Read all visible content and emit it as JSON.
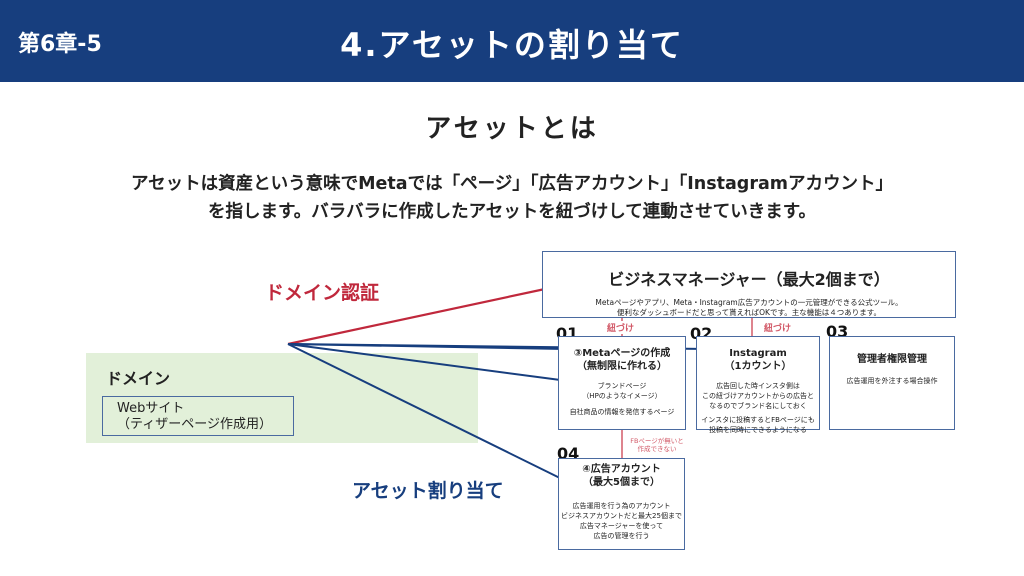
{
  "header": {
    "chapter": "第6章-5",
    "title": "4.アセットの割り当て"
  },
  "subtitle": "アセットとは",
  "description": [
    "アセットは資産という意味でMetaでは「ページ」「広告アカウント」「Instagramアカウント」",
    "を指します。バラバラに作成したアセットを紐づけして連動させていきます。"
  ],
  "labels": {
    "domain_auth": "ドメイン認証",
    "asset_assign": "アセット割り当て"
  },
  "domain": {
    "label": "ドメイン",
    "website_line1": "Webサイト",
    "website_line2": "（ティザーページ作成用）"
  },
  "business_manager": {
    "title": "ビジネスマネージャー（最大2個まで）",
    "desc_line1": "Metaページやアプリ、Meta・Instagram広告アカウントの一元管理ができる公式ツール。",
    "desc_line2": "便利なダッシュボードだと思って貰えればOKです。主な機能は４つあります。"
  },
  "tags": {
    "link1": "紐づけ",
    "link2": "紐づけ",
    "fb_note_line1": "FBページが無いと",
    "fb_note_line2": "作成できない"
  },
  "cards": [
    {
      "num": "01",
      "title1": "③Metaページの作成",
      "title2": "（無制限に作れる）",
      "desc": [
        "ブランドページ",
        "（HPのようなイメージ）",
        "",
        "自社商品の情報を発信するページ"
      ]
    },
    {
      "num": "02",
      "title1": "Instagram",
      "title2": "（1カウント）",
      "desc": [
        "広告回した時インスタ側は",
        "この紐づけアカウントからの広告と",
        "なるのでブランド名にしておく",
        "",
        "インスタに投稿するとFBページにも",
        "投稿を同時にできるようになる"
      ]
    },
    {
      "num": "03",
      "title1": "管理者権限管理",
      "title2": "",
      "desc": [
        "",
        "広告運用を外注する場合操作"
      ]
    },
    {
      "num": "04",
      "title1": "④広告アカウント",
      "title2": "（最大5個まで）",
      "desc": [
        "広告運用を行う為のアカウント",
        "ビジネスアカウントだと最大25個まで",
        "広告マネージャーを使って",
        "広告の管理を行う"
      ]
    }
  ],
  "colors": {
    "navy": "#173e7e",
    "red": "#c0283c",
    "pink": "#d25a68",
    "green_bg": "#e2f0d9"
  }
}
